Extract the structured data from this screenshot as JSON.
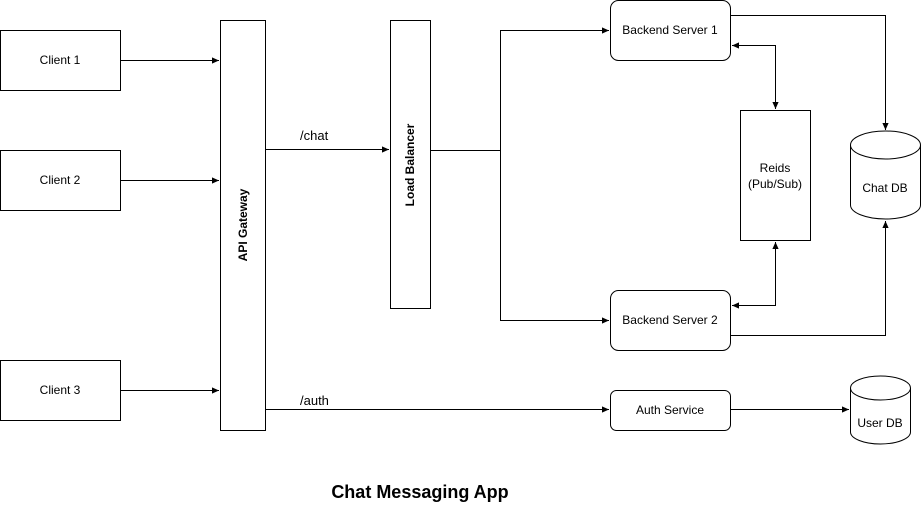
{
  "title": "Chat Messaging App",
  "nodes": {
    "client1": "Client 1",
    "client2": "Client 2",
    "client3": "Client 3",
    "api_gateway": "API Gateway",
    "load_balancer": "Load Balancer",
    "backend1": "Backend Server 1",
    "backend2": "Backend Server 2",
    "redis_line1": "Reids",
    "redis_line2": "(Pub/Sub)",
    "chat_db": "Chat DB",
    "auth_service": "Auth Service",
    "user_db": "User DB"
  },
  "edges": {
    "chat_route": "/chat",
    "auth_route": "/auth"
  }
}
